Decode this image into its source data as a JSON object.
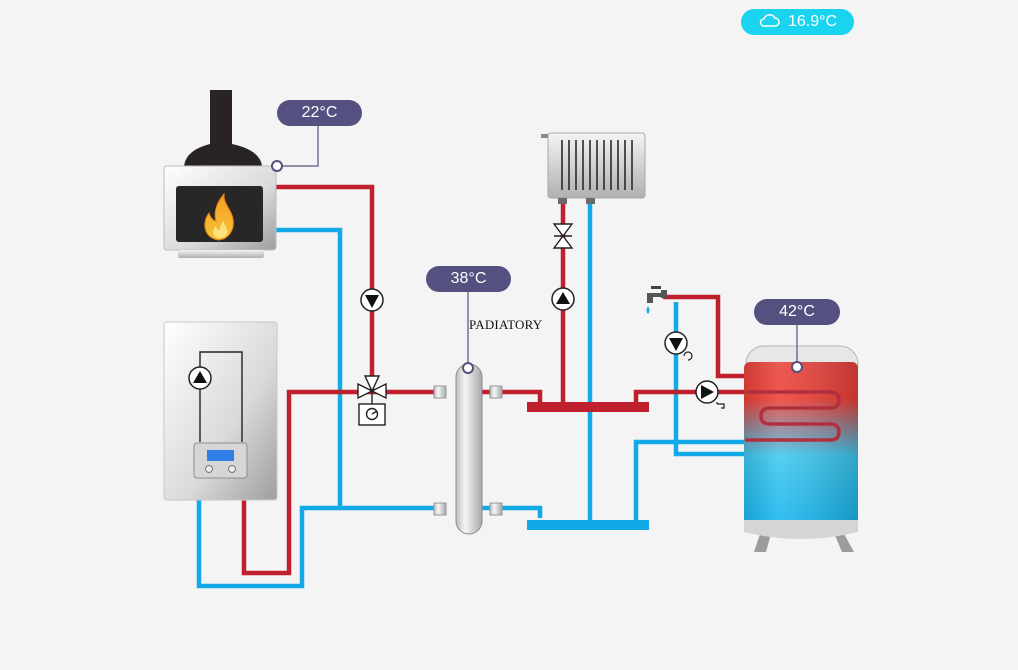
{
  "weather": {
    "temperature": "16.9°C",
    "icon": "cloud-icon"
  },
  "sensors": {
    "fireplace_temp": "22°C",
    "separator_temp": "38°C",
    "tank_temp": "42°C"
  },
  "labels": {
    "radiators": "PADIATORY"
  },
  "colors": {
    "hot_pipe": "#c0202e",
    "cold_pipe": "#11a9e6",
    "badge_bg": "#54507f",
    "weather_bg": "#19d3ef",
    "background": "#f4f4f4"
  },
  "icons": [
    "flame-icon",
    "pump-icon",
    "three-way-valve-icon",
    "valve-icon",
    "water-tap-icon",
    "display-icon",
    "radiator-icon"
  ]
}
